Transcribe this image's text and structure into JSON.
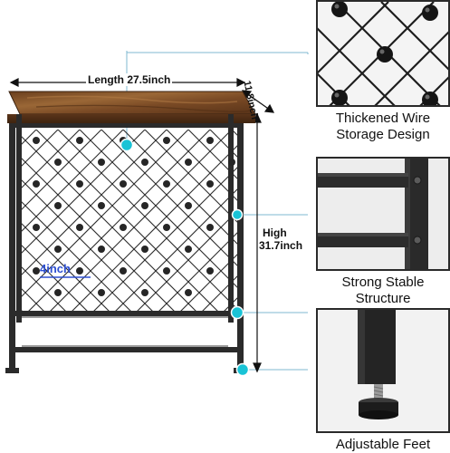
{
  "dimensions": {
    "length": "Length 27.5inch",
    "depth": "11.8inch",
    "high_label": "High",
    "high_value": "31.7inch",
    "wire_gap": "4inch"
  },
  "features": [
    {
      "line1": "Thickened Wire",
      "line2": "Storage Design"
    },
    {
      "line1": "Strong Stable",
      "line2": "Structure"
    },
    {
      "line1": "Adjustable Feet",
      "line2": ""
    }
  ],
  "colors": {
    "frame": "#2b2b2b",
    "wood": "#8a5a2f",
    "accent_dot": "#19c3d6",
    "guide_line": "#7fb8d0"
  }
}
